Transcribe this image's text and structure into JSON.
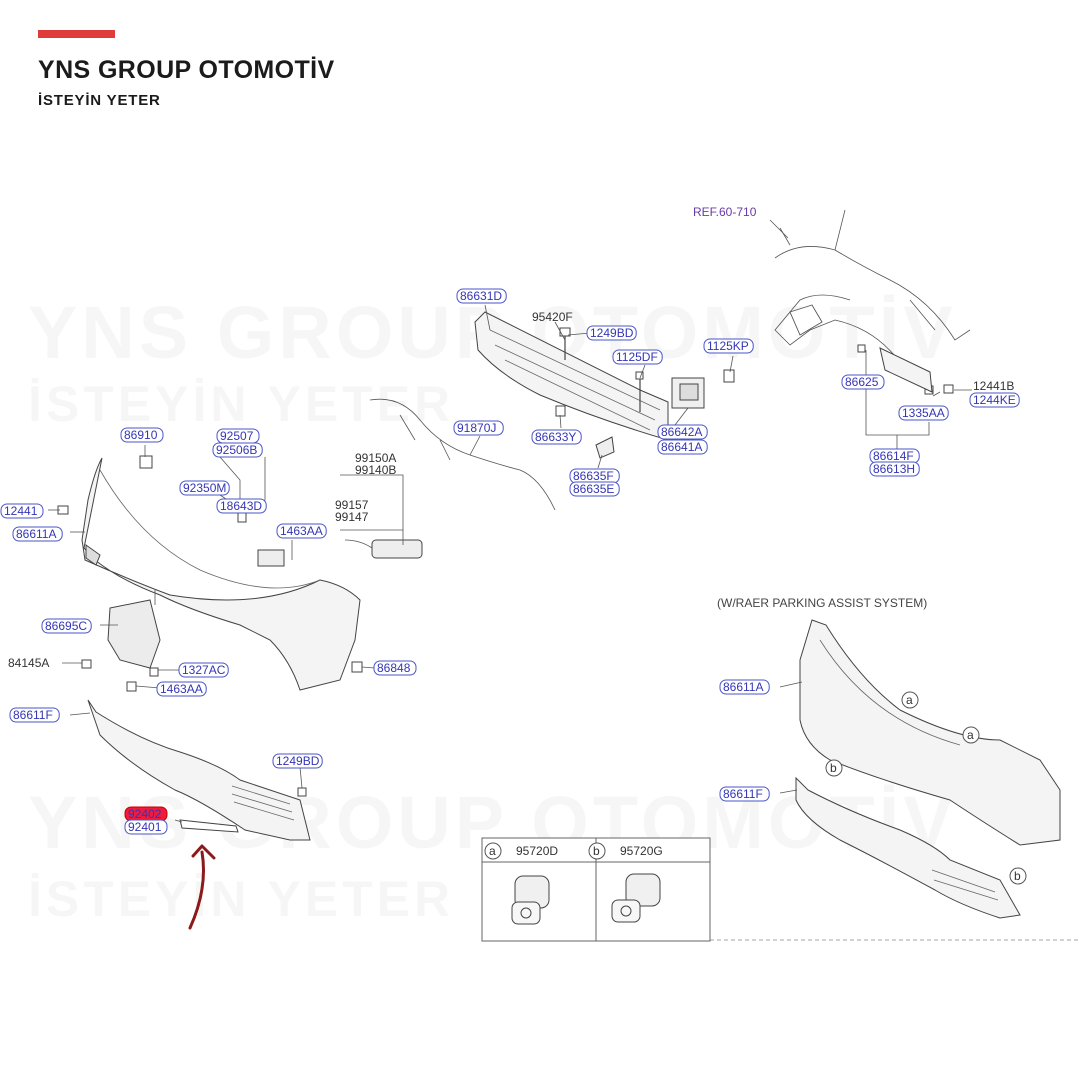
{
  "brand": {
    "title": "YNS GROUP OTOMOTİV",
    "subtitle": "İSTEYİN YETER",
    "accent": "#e03b3b"
  },
  "watermark": {
    "line1": "YNS GROUP OTOMOTİV",
    "line2": "İSTEYİN YETER"
  },
  "diagram": {
    "ref": "REF.60-710",
    "parking_note": "(W/RAER PARKING ASSIST SYSTEM)",
    "labels": {
      "p86631D": "86631D",
      "p95420F": "95420F",
      "p1249BD_top": "1249BD",
      "p1125DF": "1125DF",
      "p1125KP": "1125KP",
      "p86633Y": "86633Y",
      "p91870J": "91870J",
      "p86642A": "86642A",
      "p86641A": "86641A",
      "p86635F": "86635F",
      "p86635E": "86635E",
      "p86625": "86625",
      "p12441B": "12441B",
      "p1244KE": "1244KE",
      "p1335AA": "1335AA",
      "p86614F": "86614F",
      "p86613H": "86613H",
      "p86910": "86910",
      "p92507": "92507",
      "p92506B": "92506B",
      "p99150A": "99150A",
      "p99140B": "99140B",
      "p92350M": "92350M",
      "p18643D": "18643D",
      "p99157": "99157",
      "p99147": "99147",
      "p12441": "12441",
      "p1463AA_top": "1463AA",
      "p86611A_left": "86611A",
      "p86695C": "86695C",
      "p84145A": "84145A",
      "p1327AC": "1327AC",
      "p1463AA_bottom": "1463AA",
      "p86848": "86848",
      "p86611F_left": "86611F",
      "p1249BD_bottom": "1249BD",
      "p92402": "92402",
      "p92401": "92401",
      "p86611A_right": "86611A",
      "p86611F_right": "86611F"
    },
    "callouts": {
      "a": "a",
      "b": "b"
    },
    "sensor_a": "95720D",
    "sensor_b": "95720G",
    "highlight_color": "#f21a3a",
    "arrow_color": "#8b1a1a",
    "label_color": "#3535b5"
  }
}
